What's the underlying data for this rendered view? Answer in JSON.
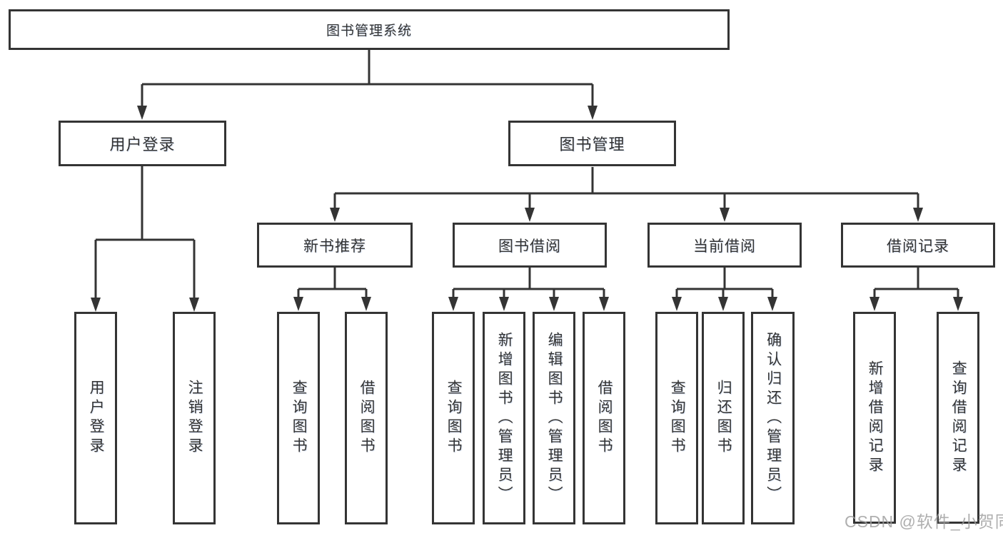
{
  "diagram_title": "图书管理系统",
  "colors": {
    "line": "#343434",
    "box_border": "#343434",
    "text": "#333333",
    "watermark": "#9e9e9e",
    "background": "#ffffff"
  },
  "tree": {
    "label": "图书管理系统",
    "children": [
      {
        "label": "用户登录",
        "children": [
          {
            "label": "用户登录"
          },
          {
            "label": "注销登录"
          }
        ]
      },
      {
        "label": "图书管理",
        "children": [
          {
            "label": "新书推荐",
            "children": [
              {
                "label": "查询图书"
              },
              {
                "label": "借阅图书"
              }
            ]
          },
          {
            "label": "图书借阅",
            "children": [
              {
                "label": "查询图书"
              },
              {
                "label": "新增图书（管理员）"
              },
              {
                "label": "编辑图书（管理员）"
              },
              {
                "label": "借阅图书"
              }
            ]
          },
          {
            "label": "当前借阅",
            "children": [
              {
                "label": "查询图书"
              },
              {
                "label": "归还图书"
              },
              {
                "label": "确认归还（管理员）"
              }
            ]
          },
          {
            "label": "借阅记录",
            "children": [
              {
                "label": "新增借阅记录"
              },
              {
                "label": "查询借阅记录"
              }
            ]
          }
        ]
      }
    ]
  },
  "watermark": {
    "text": "CSDN @软件_小贺同学"
  }
}
